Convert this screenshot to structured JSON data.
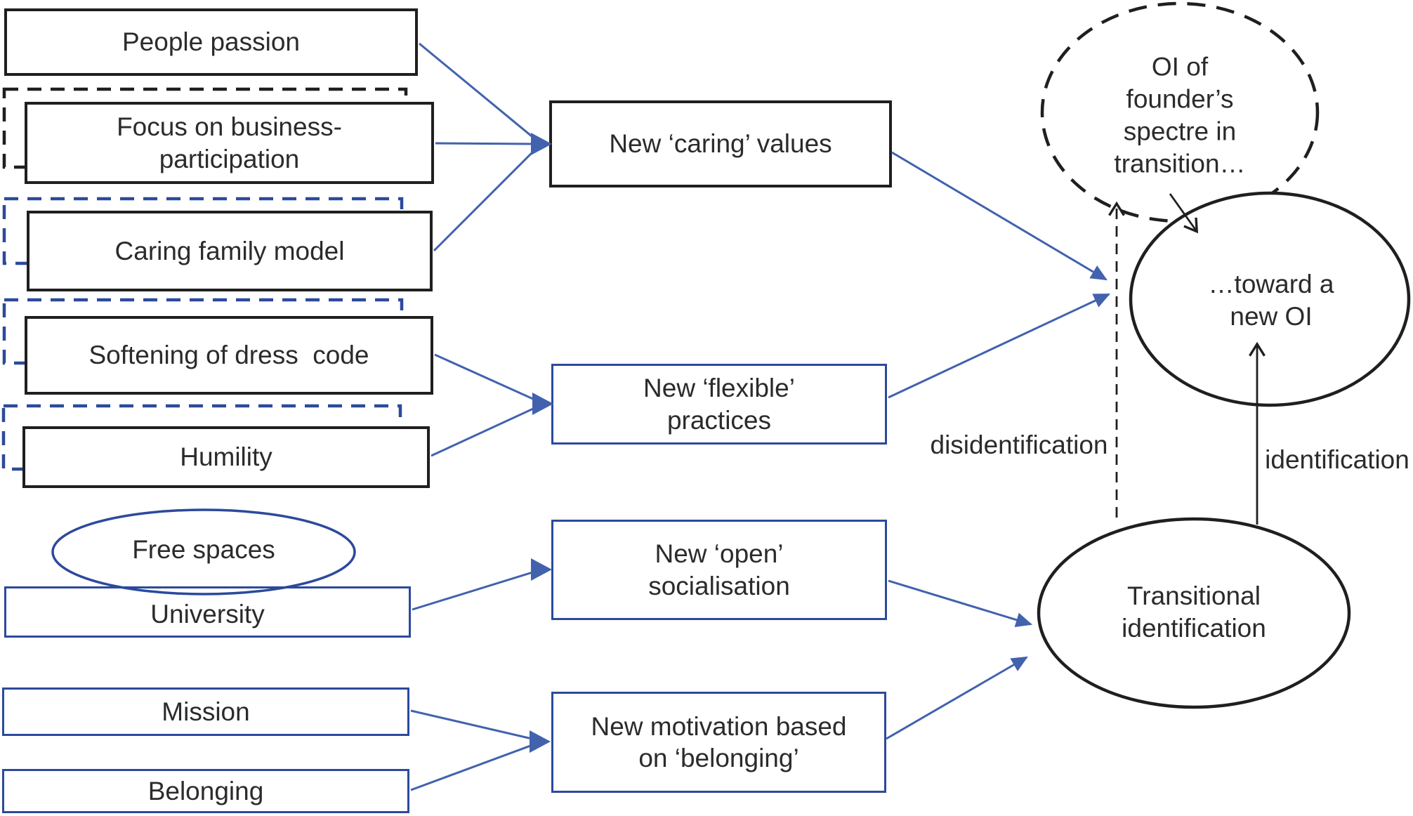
{
  "colors": {
    "black_stroke": "#1f1f1f",
    "blue": "#2c4a9c",
    "blue_arrow": "#4262ae",
    "text": "#2b2b2b",
    "background": "#ffffff"
  },
  "left_column": {
    "people_passion": "People passion",
    "focus_business": "Focus on business-\nparticipation",
    "caring_family": "Caring family model",
    "softening_dress": "Softening of dress  code",
    "humility": "Humility",
    "free_spaces": "Free spaces",
    "university": "University",
    "mission": "Mission",
    "belonging": "Belonging"
  },
  "middle_column": {
    "new_caring_values": "New ‘caring’ values",
    "new_flexible_practices": "New ‘flexible’\npractices",
    "new_open_socialisation": "New ‘open’\nsocialisation",
    "new_motivation_belonging": "New motivation based\non ‘belonging’"
  },
  "right_column": {
    "oi_founder_spectre": "OI of\nfounder’s\nspectre in\ntransition…",
    "toward_new_oi": "…toward a\nnew OI",
    "transitional_identification": "Transitional\nidentification",
    "disidentification_label": "disidentification",
    "identification_label": "identification"
  }
}
